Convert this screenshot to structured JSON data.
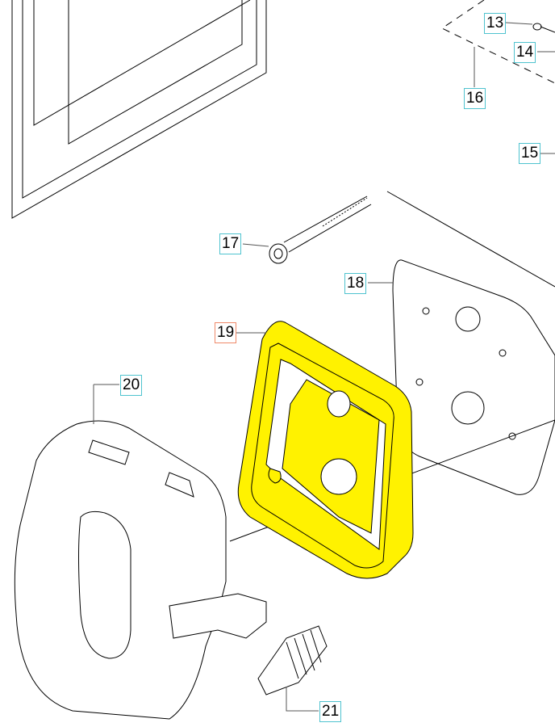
{
  "diagram": {
    "highlight_color": "#fff200",
    "callout_color": "#4fc3cf",
    "selected_callout_color": "#f08a6a",
    "selected_part": "19",
    "callouts": [
      {
        "id": "13"
      },
      {
        "id": "14"
      },
      {
        "id": "16"
      },
      {
        "id": "15"
      },
      {
        "id": "17"
      },
      {
        "id": "18"
      },
      {
        "id": "19"
      },
      {
        "id": "20"
      },
      {
        "id": "21"
      }
    ]
  }
}
